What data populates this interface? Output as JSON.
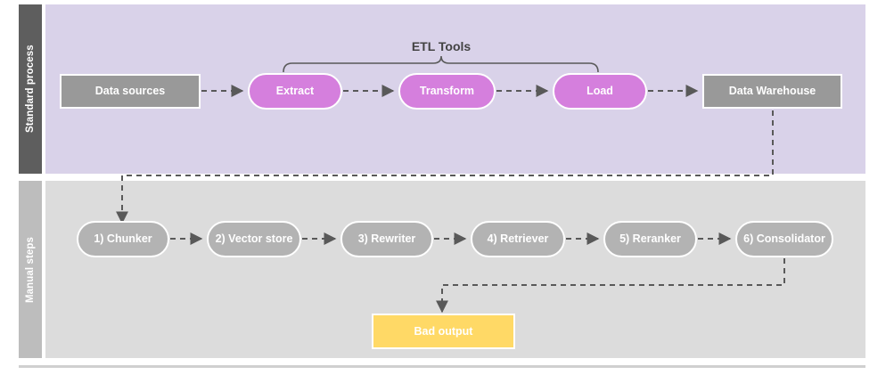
{
  "diagram": {
    "title_visible": false,
    "lanes": [
      {
        "id": "standard",
        "label": "Standard process",
        "band_color": "#5e5e5e",
        "body_color": "#d9d2e9"
      },
      {
        "id": "manual",
        "label": "Manual steps",
        "band_color": "#bdbdbd",
        "body_color": "#dcdcdc"
      }
    ],
    "bracket": {
      "label": "ETL Tools",
      "color": "#434343"
    },
    "nodes": {
      "data_sources": {
        "label": "Data sources",
        "shape": "rect",
        "color": "#999999"
      },
      "extract": {
        "label": "Extract",
        "shape": "pill",
        "color": "#d57fdd"
      },
      "transform": {
        "label": "Transform",
        "shape": "pill",
        "color": "#d57fdd"
      },
      "load": {
        "label": "Load",
        "shape": "pill",
        "color": "#d57fdd"
      },
      "data_warehouse": {
        "label": "Data Warehouse",
        "shape": "rect",
        "color": "#999999"
      },
      "chunker": {
        "label": "1) Chunker",
        "shape": "pill",
        "color": "#b3b3b3"
      },
      "vector_store": {
        "label": "2) Vector store",
        "shape": "pill",
        "color": "#b3b3b3"
      },
      "rewriter": {
        "label": "3) Rewriter",
        "shape": "pill",
        "color": "#b3b3b3"
      },
      "retriever": {
        "label": "4) Retriever",
        "shape": "pill",
        "color": "#b3b3b3"
      },
      "reranker": {
        "label": "5) Reranker",
        "shape": "pill",
        "color": "#b3b3b3"
      },
      "consolidator": {
        "label": "6) Consolidator",
        "shape": "pill",
        "color": "#b3b3b3"
      },
      "bad_output": {
        "label": "Bad output",
        "shape": "rect",
        "color": "#ffd966"
      }
    },
    "edges": [
      {
        "from": "data_sources",
        "to": "extract",
        "style": "dashed"
      },
      {
        "from": "extract",
        "to": "transform",
        "style": "dashed"
      },
      {
        "from": "transform",
        "to": "load",
        "style": "dashed"
      },
      {
        "from": "load",
        "to": "data_warehouse",
        "style": "dashed"
      },
      {
        "from": "data_warehouse",
        "to": "chunker",
        "style": "dashed-elbow"
      },
      {
        "from": "chunker",
        "to": "vector_store",
        "style": "dashed"
      },
      {
        "from": "vector_store",
        "to": "rewriter",
        "style": "dashed"
      },
      {
        "from": "rewriter",
        "to": "retriever",
        "style": "dashed"
      },
      {
        "from": "retriever",
        "to": "reranker",
        "style": "dashed"
      },
      {
        "from": "reranker",
        "to": "consolidator",
        "style": "dashed"
      },
      {
        "from": "consolidator",
        "to": "bad_output",
        "style": "dashed-elbow"
      }
    ],
    "edge_color": "#595959"
  }
}
